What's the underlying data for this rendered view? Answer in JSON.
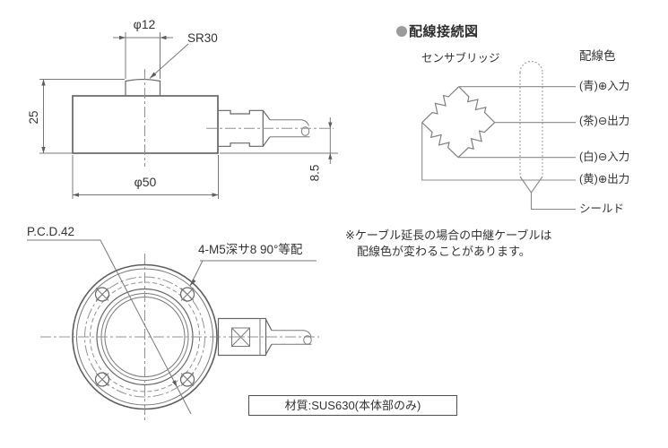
{
  "colors": {
    "line": "#5d5d5d",
    "thin_line": "#787878",
    "center_line": "#909090",
    "wiring_line": "#8a8a8a",
    "text": "#333333",
    "bullet": "#9b9b9b"
  },
  "side_view": {
    "button_diameter": "φ12",
    "sphere_radius": "SR30",
    "height": "25",
    "body_diameter": "φ50",
    "cable_offset": "8.5"
  },
  "top_view": {
    "bolt_circle": "P.C.D.42",
    "bolt_holes": "4-M5深サ8 90°等配",
    "material": "材質:SUS630(本体部のみ)"
  },
  "wiring": {
    "title": "配線接続図",
    "bridge_label": "センサブリッジ",
    "color_header": "配線色",
    "wires": [
      "(青)⊕入力",
      "(茶)⊖出力",
      "(白)⊖入力",
      "(黄)⊕出力",
      "シールド"
    ],
    "note": [
      "※ケーブル延長の場合の中継ケーブルは",
      "配線色が変わることがあります。"
    ]
  }
}
